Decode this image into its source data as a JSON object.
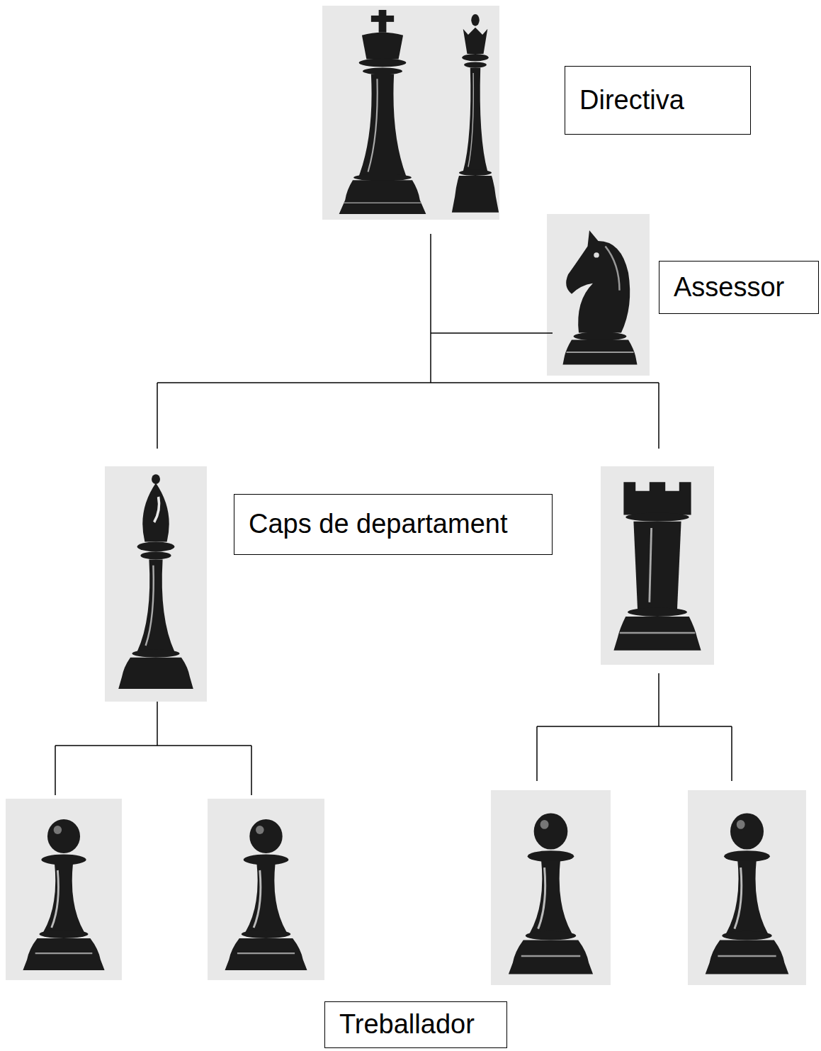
{
  "diagram": {
    "nodes": [
      {
        "text": [
          "Directiva"
        ]
      },
      {
        "text": [
          "Assessor"
        ]
      },
      {
        "text": [
          "Caps de departament"
        ]
      },
      {
        "text": [
          "Treballador"
        ]
      }
    ]
  }
}
